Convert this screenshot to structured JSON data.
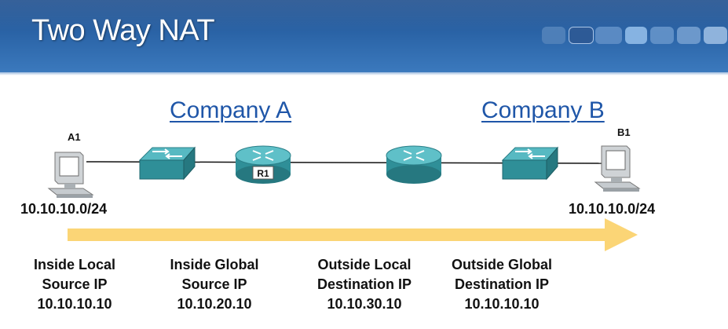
{
  "header": {
    "title": "Two Way NAT"
  },
  "companies": {
    "a": "Company A",
    "b": "Company B"
  },
  "hosts": {
    "a1": {
      "label": "A1",
      "subnet": "10.10.10.0/24"
    },
    "b1": {
      "label": "B1",
      "subnet": "10.10.10.0/24"
    }
  },
  "router_r1_label": "R1",
  "addresses": [
    {
      "line1": "Inside Local",
      "line2": "Source IP",
      "ip": "10.10.10.10"
    },
    {
      "line1": "Inside Global",
      "line2": "Source IP",
      "ip": "10.10.20.10"
    },
    {
      "line1": "Outside Local",
      "line2": "Destination IP",
      "ip": "10.10.30.10"
    },
    {
      "line1": "Outside Global",
      "line2": "Destination IP",
      "ip": "10.10.10.10"
    }
  ],
  "colors": {
    "header": "#2a63a6",
    "company_link": "#1f56a8",
    "device_teal": "#2f8f98",
    "arrow": "#fbd576"
  },
  "icons": [
    "pc-icon",
    "switch-icon",
    "router-icon"
  ]
}
